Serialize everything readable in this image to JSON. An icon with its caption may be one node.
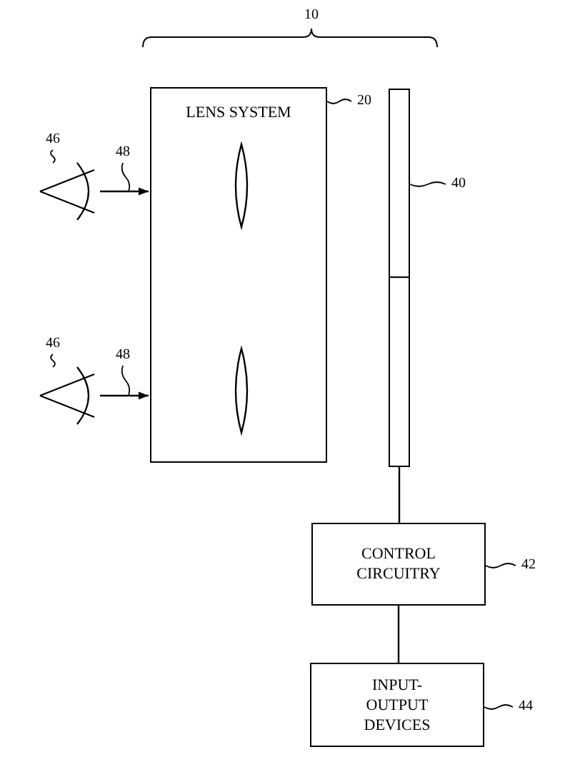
{
  "diagram": {
    "nodes": [
      {
        "text": [
          "LENS SYSTEM"
        ]
      },
      {
        "text": [],
        "shape": "lens",
        "in": 0
      },
      {
        "text": [],
        "shape": "lens",
        "in": 0
      },
      {
        "text": [],
        "shape": "bar"
      },
      {
        "text": [
          "CONTROL CIRCUITRY"
        ]
      },
      {
        "text": [
          "INPUT-OUTPUT DEVICES"
        ]
      },
      {
        "text": [],
        "shape": "eye"
      },
      {
        "text": [],
        "shape": "eye"
      },
      {
        "text": [
          "20"
        ]
      },
      {
        "text": [
          "40"
        ]
      },
      {
        "text": [
          "42"
        ]
      },
      {
        "text": [
          "44"
        ]
      },
      {
        "text": [
          "46"
        ]
      },
      {
        "text": [
          "48"
        ]
      },
      {
        "text": [
          "46"
        ]
      },
      {
        "text": [
          "48"
        ]
      }
    ],
    "edges": [
      {
        "from": 6,
        "to": 0,
        "arrow": "to"
      },
      {
        "from": 7,
        "to": 0,
        "arrow": "to"
      },
      {
        "from": 3,
        "to": 4,
        "arrow": "none"
      },
      {
        "from": 4,
        "to": 5,
        "arrow": "none"
      },
      {
        "from": 8,
        "to": 0,
        "arrow": "none"
      },
      {
        "from": 9,
        "to": 3,
        "arrow": "none"
      },
      {
        "from": 10,
        "to": 4,
        "arrow": "none"
      },
      {
        "from": 11,
        "to": 5,
        "arrow": "none"
      },
      {
        "from": 12,
        "to": 6,
        "arrow": "none"
      },
      {
        "from": 13,
        "to": null,
        "arrow": "none"
      },
      {
        "from": 14,
        "to": 7,
        "arrow": "none"
      },
      {
        "from": 15,
        "to": null,
        "arrow": "none"
      }
    ],
    "labels": [
      "10"
    ]
  }
}
